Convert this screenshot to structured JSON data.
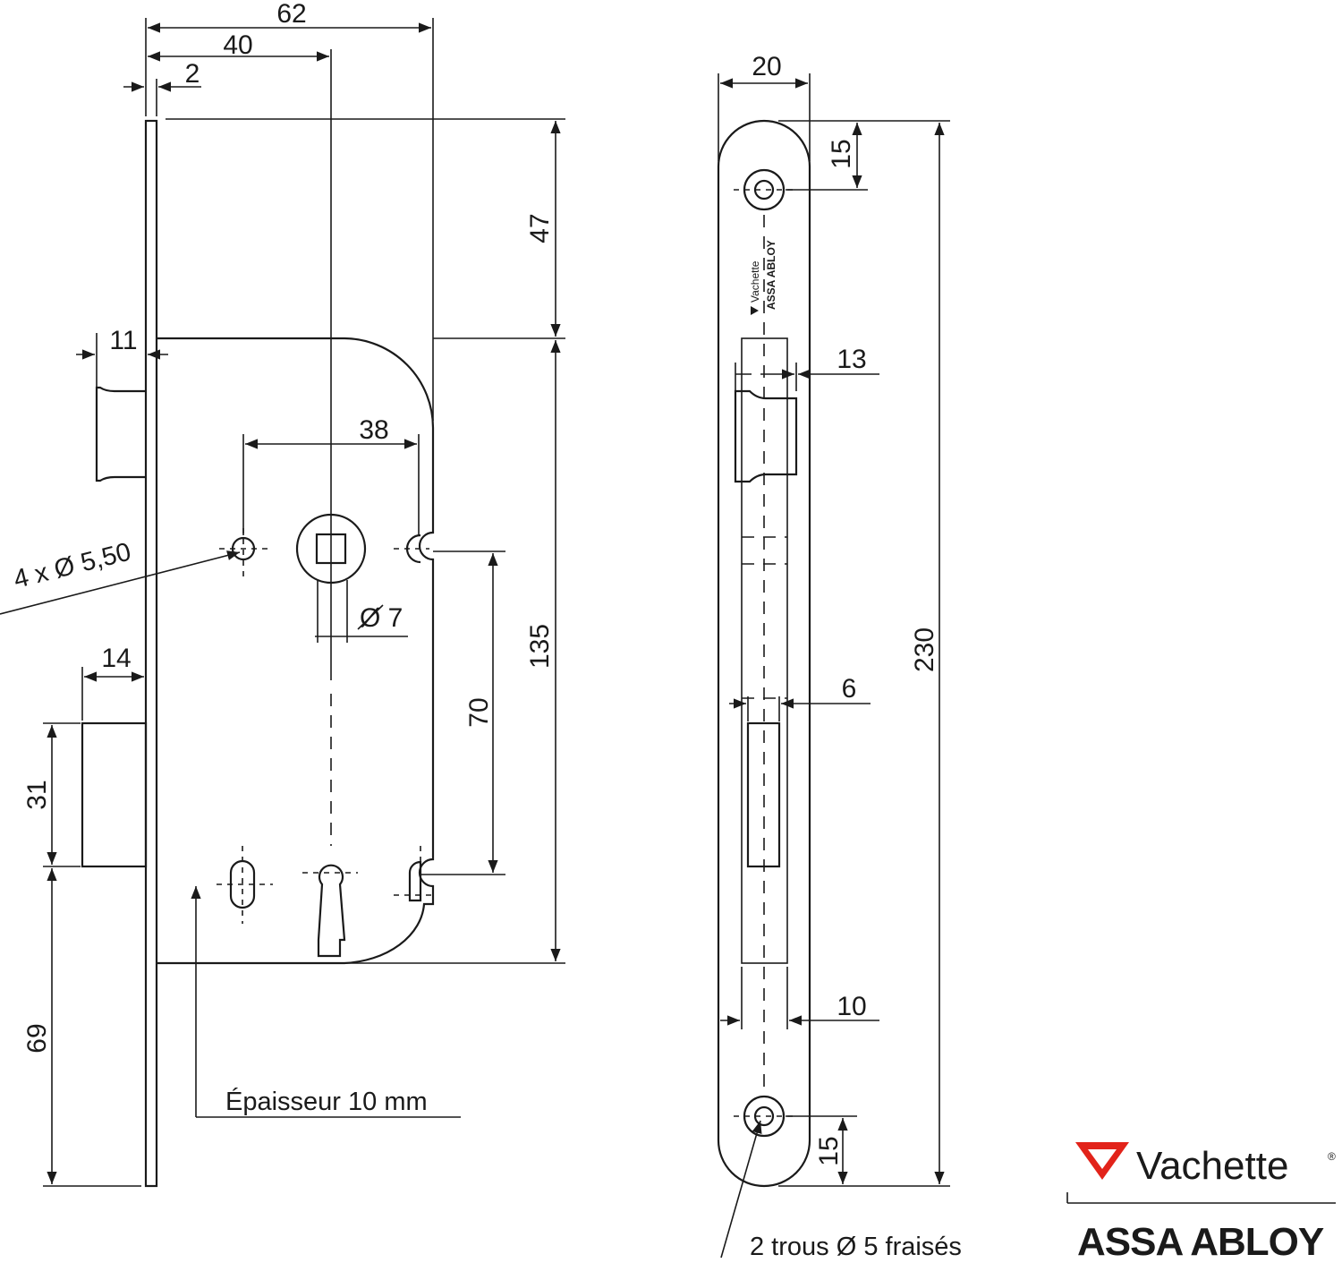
{
  "dimensions": {
    "d62": "62",
    "d40": "40",
    "d2": "2",
    "d47": "47",
    "d11": "11",
    "d38": "38",
    "d135": "135",
    "d70": "70",
    "d14": "14",
    "d31": "31",
    "d69": "69",
    "d7": "7",
    "d20": "20",
    "d15_top": "15",
    "d13": "13",
    "d230": "230",
    "d6": "6",
    "d10": "10",
    "d15_bottom": "15"
  },
  "notes": {
    "holes": "4 x Ø 5,50",
    "thickness": "Épaisseur 10 mm",
    "faceplate_holes": "2 trous  Ø 5 fraisés"
  },
  "faceplate_branding": {
    "brand": "Vachette",
    "group": "ASSA ABLOY"
  },
  "logo": {
    "brand": "Vachette",
    "registered": "®",
    "group": "ASSA ABLOY",
    "accent_color": "#e2231a"
  }
}
